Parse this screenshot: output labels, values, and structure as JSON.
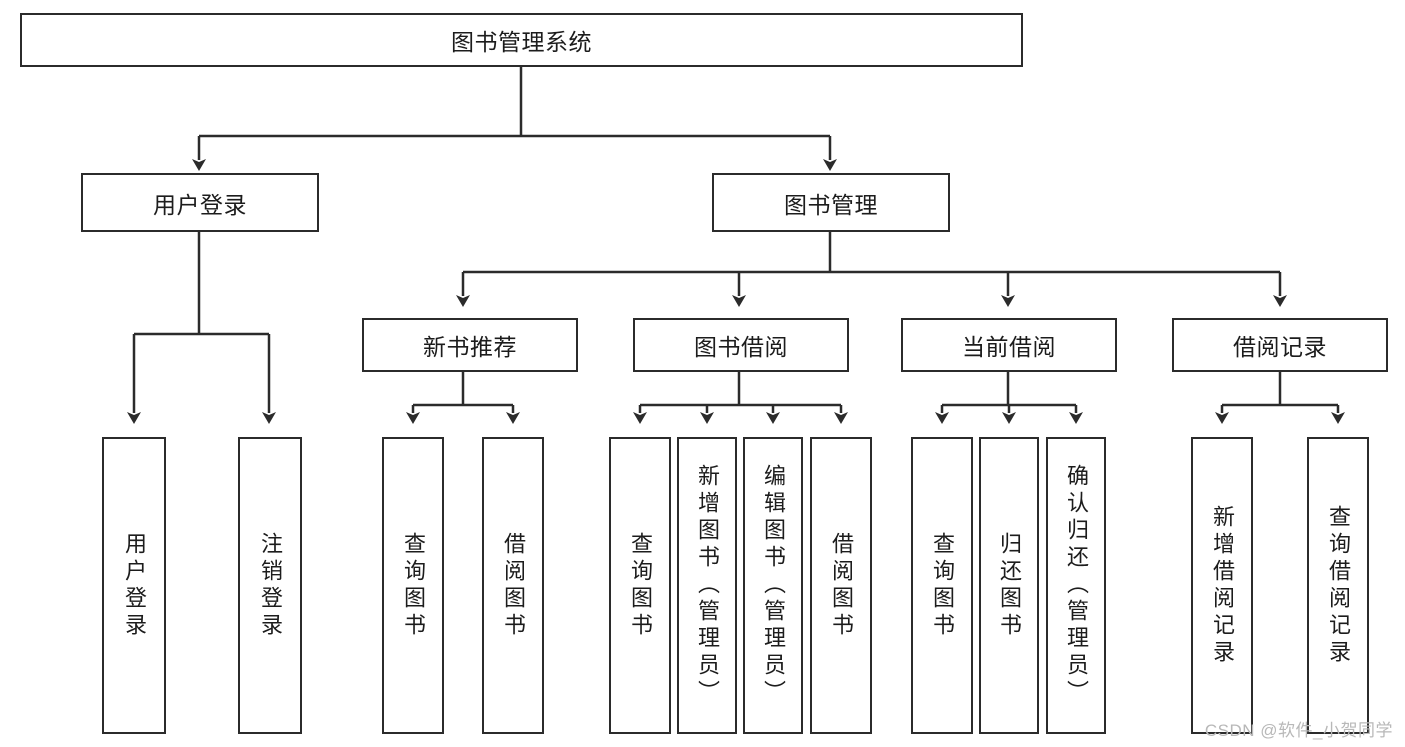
{
  "diagram": {
    "type": "tree-hierarchy",
    "title": "图书管理系统",
    "root": {
      "id": "root",
      "label": "图书管理系统",
      "level": 0,
      "orientation": "horizontal"
    },
    "level1": [
      {
        "id": "user-login",
        "label": "用户登录",
        "orientation": "horizontal"
      },
      {
        "id": "book-management",
        "label": "图书管理",
        "orientation": "horizontal"
      }
    ],
    "level2": [
      {
        "id": "new-book-recommend",
        "label": "新书推荐",
        "parent": "book-management",
        "orientation": "horizontal"
      },
      {
        "id": "book-borrow",
        "label": "图书借阅",
        "parent": "book-management",
        "orientation": "horizontal"
      },
      {
        "id": "current-borrow",
        "label": "当前借阅",
        "parent": "book-management",
        "orientation": "horizontal"
      },
      {
        "id": "borrow-record",
        "label": "借阅记录",
        "parent": "book-management",
        "orientation": "horizontal"
      }
    ],
    "leaves": [
      {
        "id": "leaf-user-login",
        "label": "用户登录",
        "parent": "user-login",
        "orientation": "vertical"
      },
      {
        "id": "leaf-logout-login",
        "label": "注销登录",
        "parent": "user-login",
        "orientation": "vertical"
      },
      {
        "id": "leaf-query-book-1",
        "label": "查询图书",
        "parent": "new-book-recommend",
        "orientation": "vertical"
      },
      {
        "id": "leaf-borrow-book-1",
        "label": "借阅图书",
        "parent": "new-book-recommend",
        "orientation": "vertical"
      },
      {
        "id": "leaf-query-book-2",
        "label": "查询图书",
        "parent": "book-borrow",
        "orientation": "vertical"
      },
      {
        "id": "leaf-add-book",
        "label": "新增图书（管理员）",
        "parent": "book-borrow",
        "orientation": "vertical"
      },
      {
        "id": "leaf-edit-book",
        "label": "编辑图书（管理员）",
        "parent": "book-borrow",
        "orientation": "vertical"
      },
      {
        "id": "leaf-borrow-book-2",
        "label": "借阅图书",
        "parent": "book-borrow",
        "orientation": "vertical"
      },
      {
        "id": "leaf-query-book-3",
        "label": "查询图书",
        "parent": "current-borrow",
        "orientation": "vertical"
      },
      {
        "id": "leaf-return-book",
        "label": "归还图书",
        "parent": "current-borrow",
        "orientation": "vertical"
      },
      {
        "id": "leaf-confirm-return",
        "label": "确认归还（管理员）",
        "parent": "current-borrow",
        "orientation": "vertical"
      },
      {
        "id": "leaf-add-record",
        "label": "新增借阅记录",
        "parent": "borrow-record",
        "orientation": "vertical"
      },
      {
        "id": "leaf-query-record",
        "label": "查询借阅记录",
        "parent": "borrow-record",
        "orientation": "vertical"
      }
    ],
    "colors": {
      "stroke": "#2b2b2b",
      "fill": "#ffffff",
      "text": "#1c1c1c",
      "watermark": "#b8b8b8"
    }
  },
  "watermark": {
    "text": "CSDN @软件_小贺同学"
  }
}
